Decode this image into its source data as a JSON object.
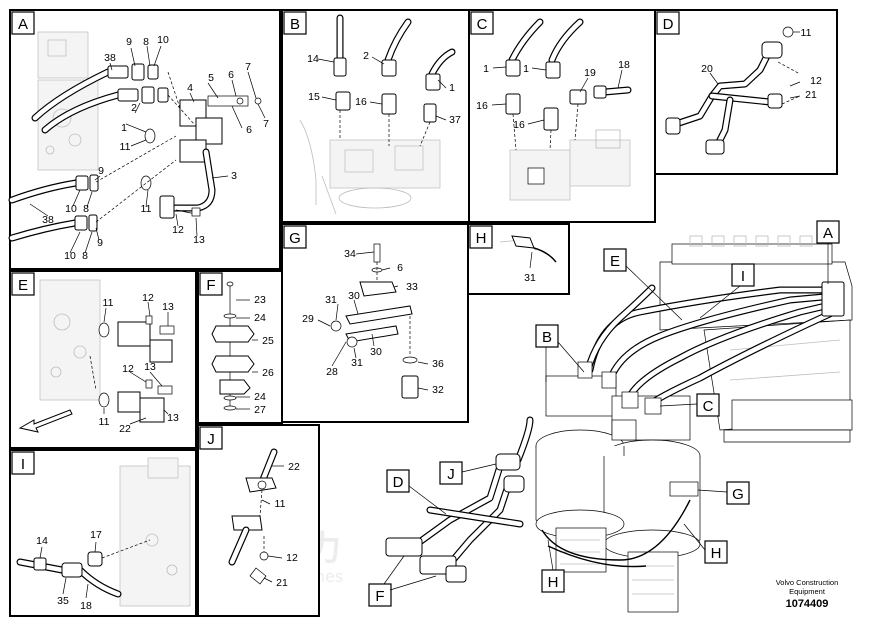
{
  "diagram": {
    "footer": {
      "brand_line1": "Volvo Construction",
      "brand_line2": "Equipment",
      "drawing_number": "1074409"
    },
    "watermark": {
      "brand_cn": "紫发动力",
      "brand_en": "Diesel-Engines"
    },
    "panels": {
      "A": "A",
      "B": "B",
      "C": "C",
      "D": "D",
      "E": "E",
      "F": "F",
      "G": "G",
      "H": "H",
      "I": "I",
      "J": "J"
    },
    "overview_labels": {
      "A": "A",
      "B": "B",
      "C": "C",
      "D": "D",
      "E": "E",
      "F": "F",
      "G": "G",
      "H": "H",
      "I": "I",
      "J": "J"
    },
    "callouts": {
      "A": [
        "38",
        "9",
        "8",
        "10",
        "5",
        "6",
        "7",
        "4",
        "1",
        "2",
        "6",
        "7",
        "11",
        "3",
        "9",
        "10",
        "8",
        "38",
        "11",
        "12",
        "13",
        "10",
        "8",
        "9"
      ],
      "B": [
        "14",
        "2",
        "1",
        "15",
        "16",
        "37"
      ],
      "C": [
        "1",
        "1",
        "19",
        "18",
        "16",
        "16"
      ],
      "D": [
        "11",
        "20",
        "12",
        "21"
      ],
      "E": [
        "11",
        "12",
        "13",
        "12",
        "13",
        "11",
        "22",
        "13"
      ],
      "F": [
        "23",
        "24",
        "25",
        "26",
        "24",
        "27"
      ],
      "G": [
        "34",
        "6",
        "33",
        "31",
        "30",
        "29",
        "28",
        "31",
        "30",
        "36",
        "32"
      ],
      "H": [
        "31"
      ],
      "I": [
        "14",
        "17",
        "35",
        "18"
      ],
      "J": [
        "22",
        "11",
        "12",
        "21"
      ]
    }
  }
}
